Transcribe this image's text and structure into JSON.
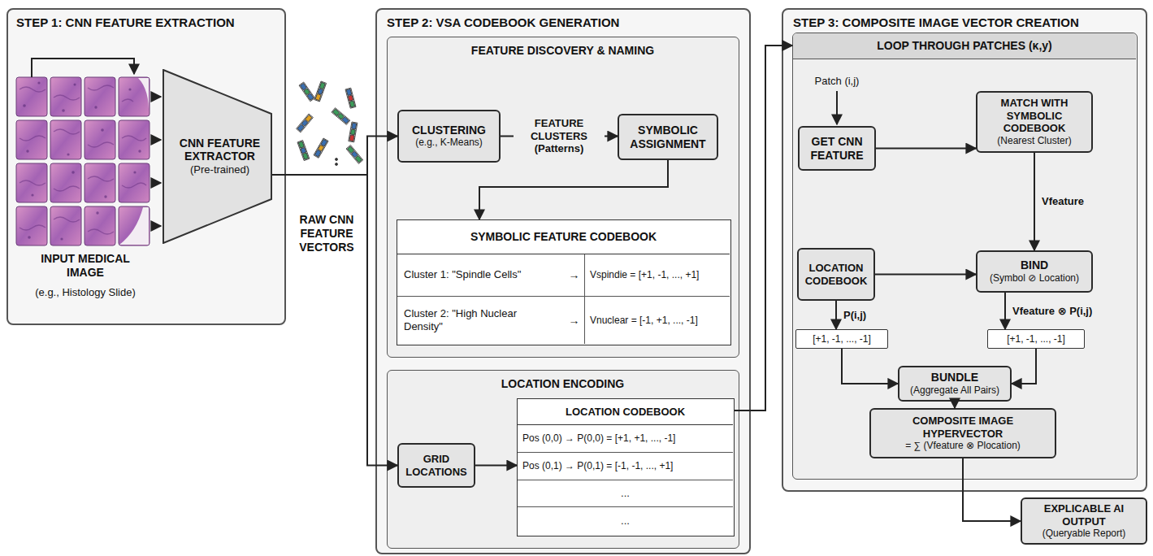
{
  "diagram": {
    "nodes": [
      {
        "text": [
          "STEP 1: CNN FEATURE EXTRACTION",
          "INPUT MEDICAL IMAGE",
          "(e.g., Histology Slide)"
        ]
      },
      {
        "text": [
          "CNN FEATURE EXTRACTOR",
          "(Pre-trained)"
        ],
        "in": 0
      },
      {
        "text": [
          "STEP 2: VSA CODEBOOK GENERATION"
        ]
      },
      {
        "text": [
          "FEATURE DISCOVERY & NAMING"
        ],
        "in": 2
      },
      {
        "text": [
          "CLUSTERING",
          "(e.g., K-Means)"
        ],
        "in": 3
      },
      {
        "text": [
          "SYMBOLIC ASSIGNMENT"
        ],
        "in": 3
      },
      {
        "text": [
          "SYMBOLIC FEATURE CODEBOOK",
          "Cluster 1: \"Spindle Cells\"",
          "→",
          "Vspindie = [+1, -1, ..., +1]",
          "Cluster 2: \"High Nuclear Density\"",
          "→",
          "Vnuclear = [-1, +1, ..., -1]"
        ],
        "in": 3
      },
      {
        "text": [
          "LOCATION ENCODING"
        ],
        "in": 2
      },
      {
        "text": [
          "GRID LOCATIONS"
        ],
        "in": 7
      },
      {
        "text": [
          "LOCATION CODEBOOK",
          "Pos (0,0) → P(0,0) = [+1, +1, ..., -1]",
          "Pos (0,1) → P(0,1) = [-1, -1, ..., +1]",
          "...",
          "..."
        ],
        "in": 7
      },
      {
        "text": [
          "STEP 3: COMPOSITE IMAGE VECTOR CREATION"
        ]
      },
      {
        "text": [
          "LOOP THROUGH PATCHES (κ,y)"
        ],
        "in": 10
      },
      {
        "text": [
          "GET CNN FEATURE"
        ],
        "in": 11
      },
      {
        "text": [
          "MATCH WITH SYMBOLIC CODEBOOK",
          "(Nearest Cluster)"
        ],
        "in": 11
      },
      {
        "text": [
          "LOCATION CODEBOOK"
        ],
        "in": 11
      },
      {
        "text": [
          "BIND",
          "(Symbol ⊘ Location)"
        ],
        "in": 11
      },
      {
        "text": [
          "[+1, -1, ..., -1]"
        ],
        "in": 11
      },
      {
        "text": [
          "[+1, -1, ..., -1]"
        ],
        "in": 11
      },
      {
        "text": [
          "BUNDLE",
          "(Aggregate All Pairs)"
        ],
        "in": 11
      },
      {
        "text": [
          "COMPOSITE IMAGE HYPERVECTOR",
          "= ∑ (Vfeature ⊗ Plocation)"
        ],
        "in": 11
      },
      {
        "text": [
          "EXPLICABLE AI OUTPUT",
          "(Queryable Report)"
        ]
      }
    ],
    "edges": [
      {
        "from": 1,
        "to": 4,
        "arrow": "to"
      },
      {
        "from": 1,
        "to": 8,
        "arrow": "to"
      },
      {
        "from": 4,
        "to": 5,
        "label": "FEATURE CLUSTERS (Patterns)",
        "arrow": "to"
      },
      {
        "from": 5,
        "to": 6,
        "arrow": "to"
      },
      {
        "from": 8,
        "to": 9,
        "arrow": "to"
      },
      {
        "from": 9,
        "to": 11,
        "arrow": "to"
      },
      {
        "from": 12,
        "to": 13,
        "arrow": "to"
      },
      {
        "from": 13,
        "to": 15,
        "label": "Vfeature",
        "arrow": "to"
      },
      {
        "from": 14,
        "to": 15,
        "arrow": "to"
      },
      {
        "from": 14,
        "to": 16,
        "label": "P(i,j)",
        "arrow": "to"
      },
      {
        "from": 15,
        "to": 17,
        "label": "Vfeature ⊗ P(i,j)",
        "arrow": "to"
      },
      {
        "from": 16,
        "to": 18,
        "arrow": "to"
      },
      {
        "from": 17,
        "to": 18,
        "arrow": "to"
      },
      {
        "from": 18,
        "to": 19,
        "arrow": "to"
      },
      {
        "from": 19,
        "to": 20,
        "arrow": "to"
      }
    ],
    "labels": [
      "RAW CNN FEATURE VECTORS",
      "Patch (i,j)"
    ]
  }
}
